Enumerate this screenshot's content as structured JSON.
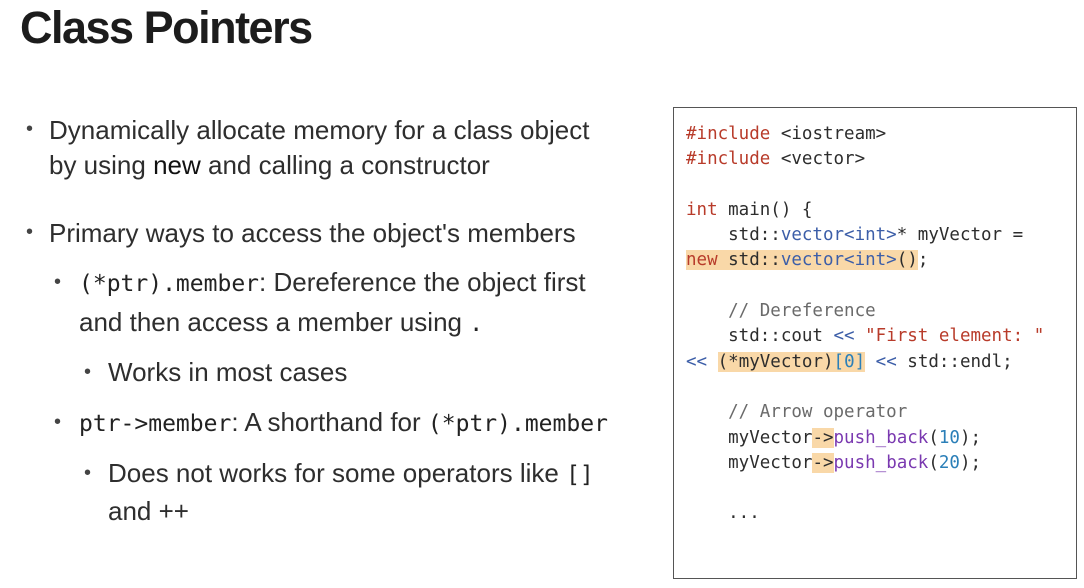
{
  "slide": {
    "title": "Class Pointers"
  },
  "bullets": {
    "b1_line1": "Dynamically allocate memory for a class object",
    "b1_line2_a": "by using ",
    "b1_line2_new": "new",
    "b1_line2_b": " and calling a constructor",
    "b2": "Primary ways to access the object's members",
    "b3_code": "(*ptr).member",
    "b3_text": ": Dereference the object first",
    "b3_line2": "and then access a member using ",
    "b3_line2_dot": ".",
    "b4": "Works in most cases",
    "b5_code": "ptr->member",
    "b5_text": ": A shorthand for ",
    "b5_code2": "(*ptr).member",
    "b6_line1": "Does not works for some operators like ",
    "b6_bracket": "[]",
    "b6_line2": "and ++"
  },
  "code": {
    "l1_kw": "#include",
    "l1_rest": " <iostream>",
    "l2_kw": "#include",
    "l2_rest": " <vector>",
    "l3_kw": "int",
    "l3_rest": " main() {",
    "l4_a": "    std::",
    "l4_ty": "vector<int>",
    "l4_b": "* myVector =",
    "l5_new": "new",
    "l5_sp": " std::",
    "l5_ty": "vector<int>",
    "l5_c": "()",
    "l5_end": ";",
    "l6_cm": "    // Dereference",
    "l7_a": "    std::cout ",
    "l7_op": "<<",
    "l7_st": " \"First element: \"",
    "l8_op": "<<",
    "l8_sp": " ",
    "l8_hl1": "(*myVector)",
    "l8_hl2": "[0]",
    "l8_op2": " <<",
    "l8_end": " std::endl;",
    "l9_cm": "    // Arrow operator",
    "l10_a": "    myVector",
    "l10_arrow": "->",
    "l10_fn": "push_back",
    "l10_p1": "(",
    "l10_num": "10",
    "l10_p2": ");",
    "l11_a": "    myVector",
    "l11_arrow": "->",
    "l11_fn": "push_back",
    "l11_p1": "(",
    "l11_num": "20",
    "l11_p2": ");",
    "l12": "    ...",
    "colors": {
      "keyword": "#b83b2a",
      "type": "#3c5ea8",
      "comment": "#6a6a6a",
      "function": "#7a39b0",
      "number": "#2b7fb8",
      "highlight": "#f9d8a8"
    }
  }
}
